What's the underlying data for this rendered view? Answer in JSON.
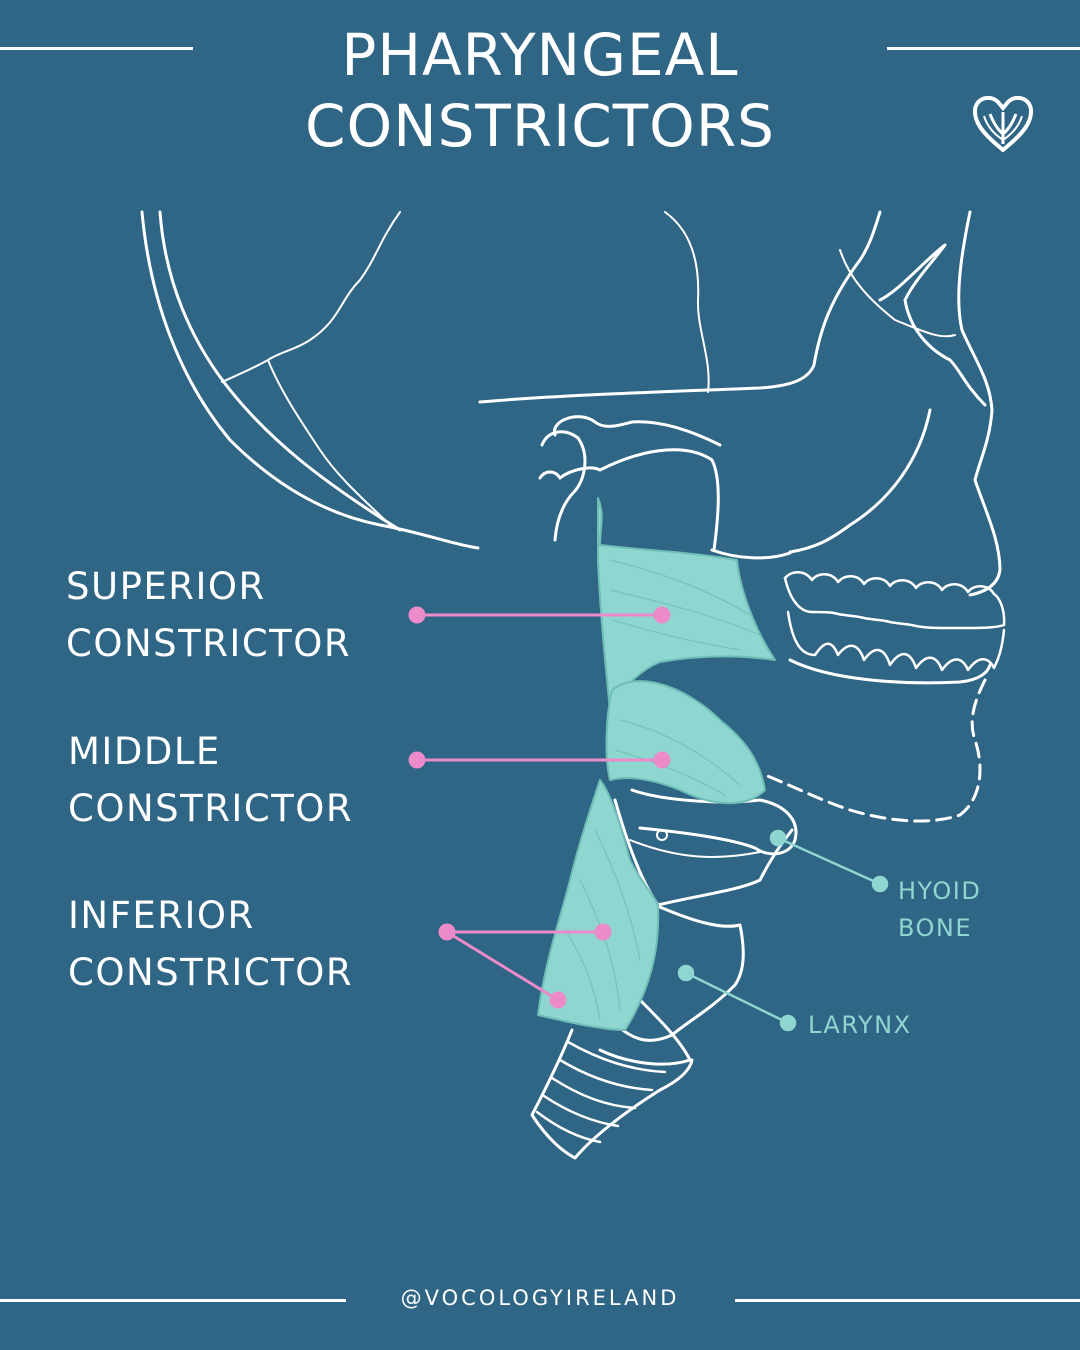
{
  "title": {
    "line1": "PHARYNGEAL",
    "line2": "CONSTRICTORS"
  },
  "labels": {
    "superior": {
      "line1": "SUPERIOR",
      "line2": "CONSTRICTOR"
    },
    "middle": {
      "line1": "MIDDLE",
      "line2": "CONSTRICTOR"
    },
    "inferior": {
      "line1": "INFERIOR",
      "line2": "CONSTRICTOR"
    },
    "hyoid": {
      "line1": "HYOID",
      "line2": "BONE"
    },
    "larynx": "LARYNX"
  },
  "footer": "@VOCOLOGYIRELAND",
  "colors": {
    "background": "#2f6585",
    "muscle": "#8fd6d0",
    "pointer_pink": "#ec8bc9",
    "pointer_teal": "#8fd6d0",
    "line_art": "#ffffff"
  },
  "logo": "heart-voice-logo"
}
